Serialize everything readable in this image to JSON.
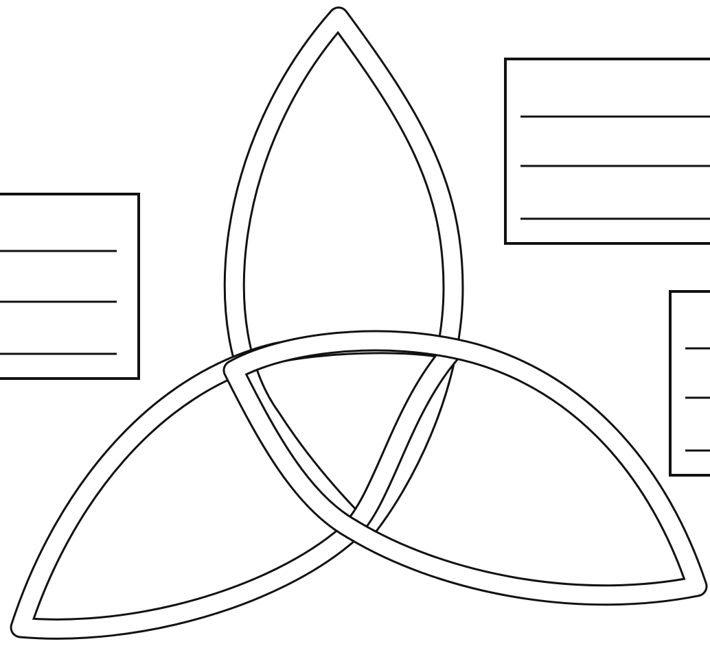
{
  "diagram": {
    "type": "triquetra-worksheet",
    "colors": {
      "ink": "#111111",
      "paper": "#ffffff"
    },
    "boxes": [
      {
        "id": "left-box",
        "lines": 3
      },
      {
        "id": "top-right-box",
        "lines": 3
      },
      {
        "id": "bottom-right-box",
        "lines": 3
      }
    ]
  }
}
